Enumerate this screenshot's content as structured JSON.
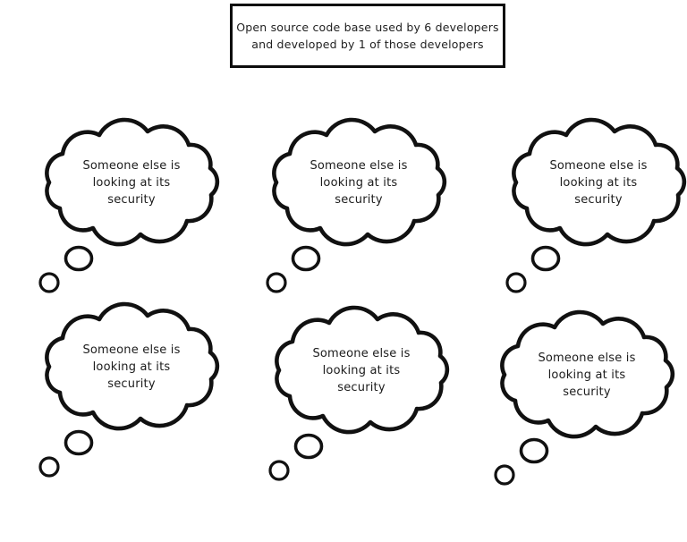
{
  "title_box": {
    "text": "Open source code base used by 6 developers and developed by 1 of those developers",
    "lines": [
      "Open source code base used by 6 developers",
      "and developed by 1 of those developers"
    ]
  },
  "bubbles": {
    "count": 6,
    "text": "Someone else is looking at its security",
    "lines": [
      "Someone else is",
      "looking at its",
      "security"
    ]
  },
  "colors": {
    "outline": "#111111",
    "text": "#1f1f1f",
    "background": "#ffffff"
  }
}
